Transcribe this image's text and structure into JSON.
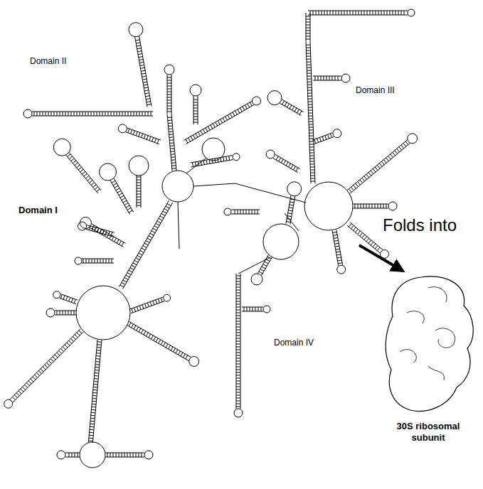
{
  "diagram": {
    "nodes": [
      {
        "text": [
          "30S ribosomal subunit"
        ]
      }
    ],
    "labels": [
      "Domain II",
      "Domain III",
      "Domain I",
      "Domain IV",
      "Folds into"
    ]
  }
}
